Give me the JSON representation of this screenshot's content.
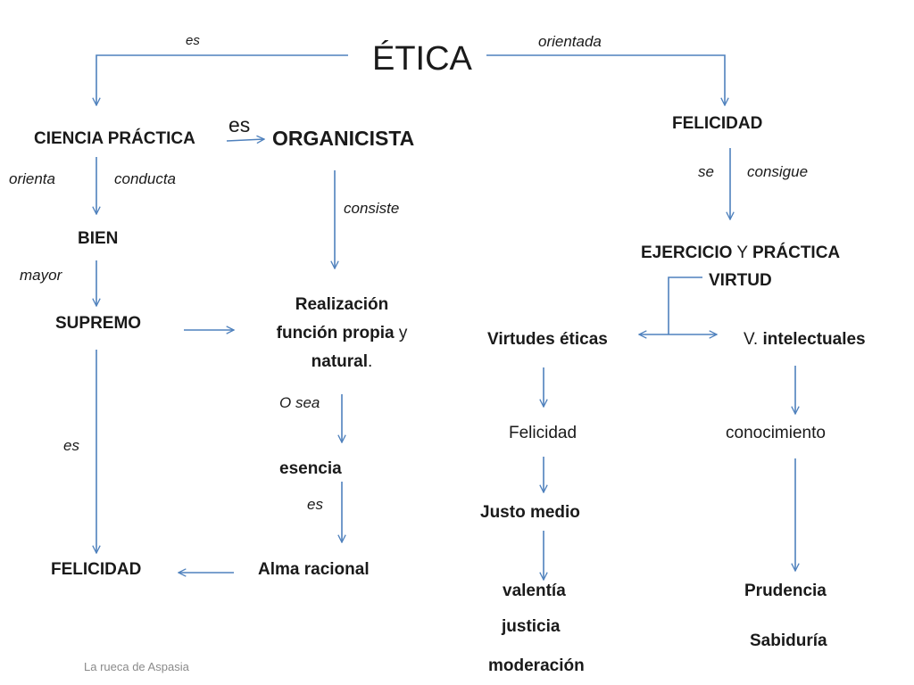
{
  "title": "ÉTICA",
  "edge_labels": {
    "es_top": "es",
    "orientada": "orientada",
    "es_mid": "es",
    "orienta": "orienta",
    "conducta": "conducta",
    "consiste": "consiste",
    "mayor": "mayor",
    "se": "se",
    "consigue": "consigue",
    "o_sea": "O sea",
    "es_left": "es",
    "es_esencia": "es"
  },
  "nodes": {
    "ciencia_practica": "CIENCIA PRÁCTICA",
    "organicista": "ORGANICISTA",
    "felicidad_top": "FELICIDAD",
    "bien": "BIEN",
    "supremo": "SUPREMO",
    "realizacion_1": "Realización",
    "realizacion_2": "función propia",
    "realizacion_3": "y",
    "realizacion_4": "natural",
    "realizacion_5": ".",
    "ejercicio_1": "EJERCICIO",
    "ejercicio_2": "Y",
    "ejercicio_3": "PRÁCTICA",
    "virtud": "VIRTUD",
    "virtudes_eticas": "Virtudes éticas",
    "v_intelectuales_1": "V.",
    "v_intelectuales_2": "intelectuales",
    "felicidad_right": "Felicidad",
    "conocimiento": "conocimiento",
    "esencia": "esencia",
    "justo_medio": "Justo medio",
    "felicidad_bottom": "FELICIDAD",
    "alma_racional": "Alma racional",
    "valentia": "valentía",
    "prudencia": "Prudencia",
    "justicia": "justicia",
    "sabiduria": "Sabiduría",
    "moderacion": "moderación"
  },
  "footer": "La rueca de Aspasia",
  "colors": {
    "arrow": "#4f81bd",
    "text": "#1a1a1a",
    "credit": "#8a8a8a"
  }
}
